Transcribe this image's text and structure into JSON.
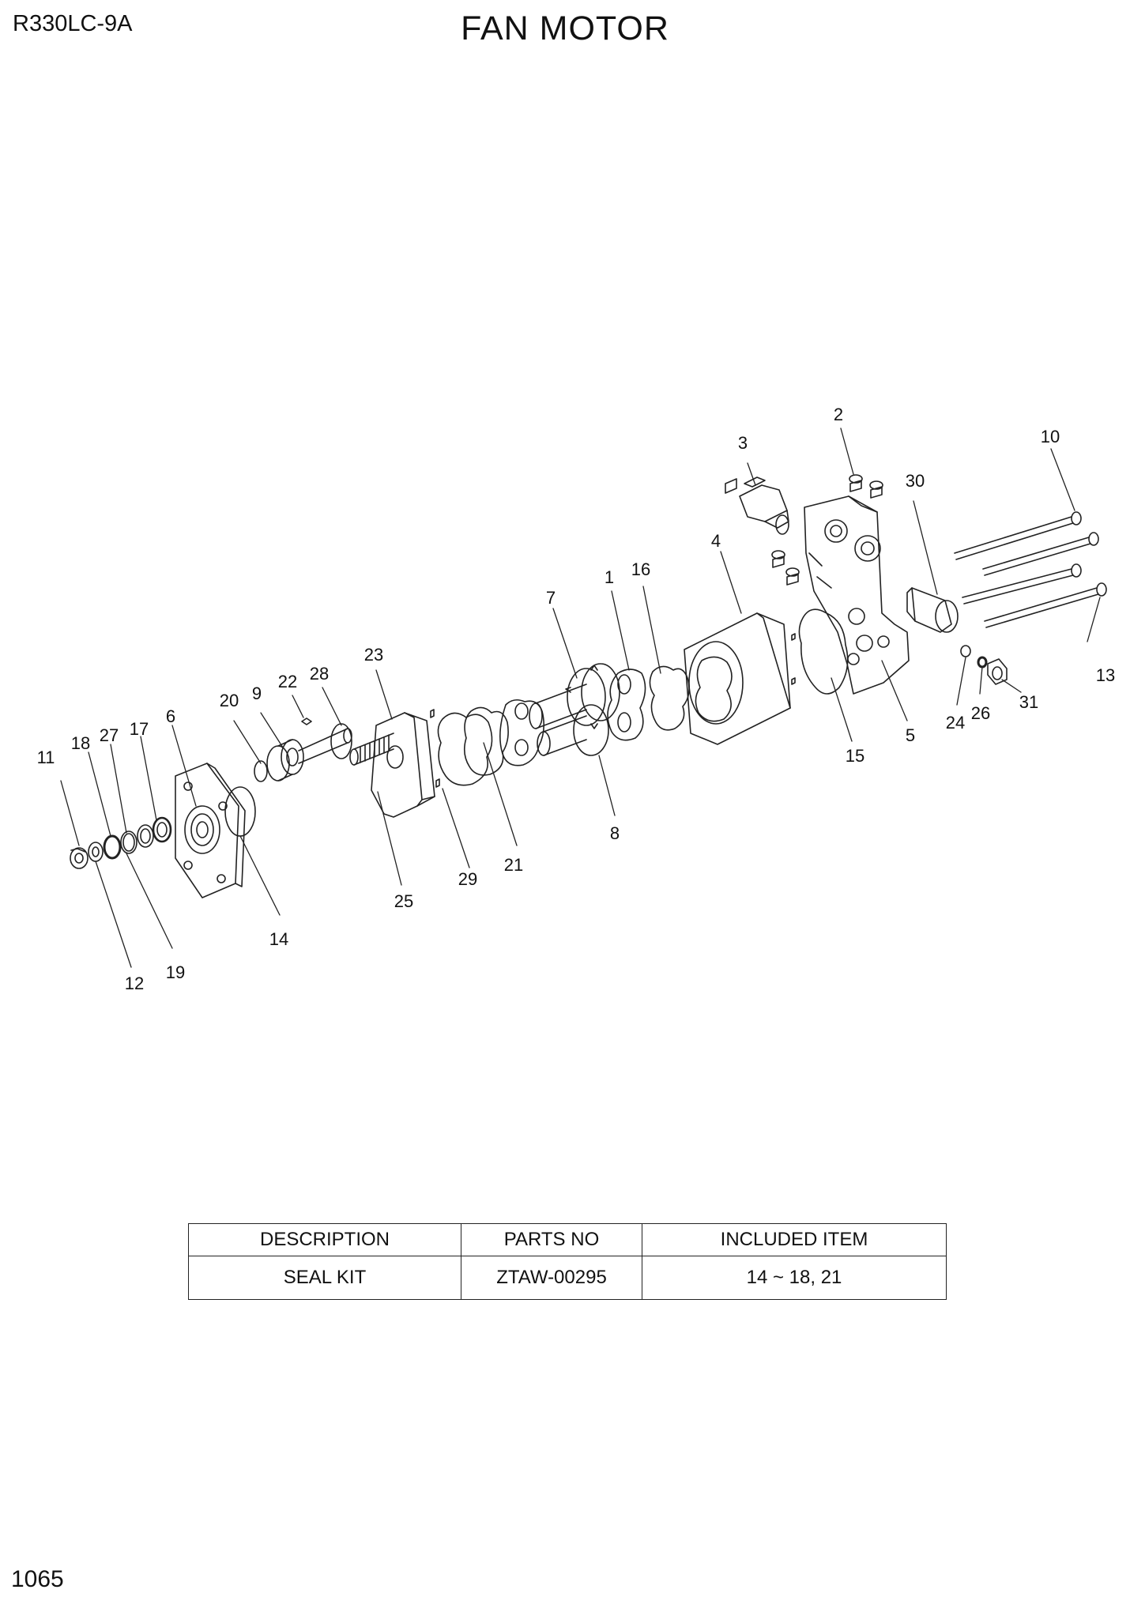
{
  "header": {
    "model": "R330LC-9A",
    "title": "FAN MOTOR"
  },
  "footer": {
    "page_number": "1065"
  },
  "callouts": [
    "1",
    "2",
    "3",
    "4",
    "5",
    "6",
    "7",
    "8",
    "9",
    "10",
    "11",
    "12",
    "13",
    "14",
    "15",
    "16",
    "17",
    "18",
    "19",
    "20",
    "21",
    "22",
    "23",
    "24",
    "25",
    "26",
    "27",
    "28",
    "29",
    "30",
    "31"
  ],
  "kit_table": {
    "headers": [
      "DESCRIPTION",
      "PARTS NO",
      "INCLUDED ITEM"
    ],
    "rows": [
      [
        "SEAL KIT",
        "ZTAW-00295",
        "14 ~ 18, 21"
      ]
    ]
  }
}
